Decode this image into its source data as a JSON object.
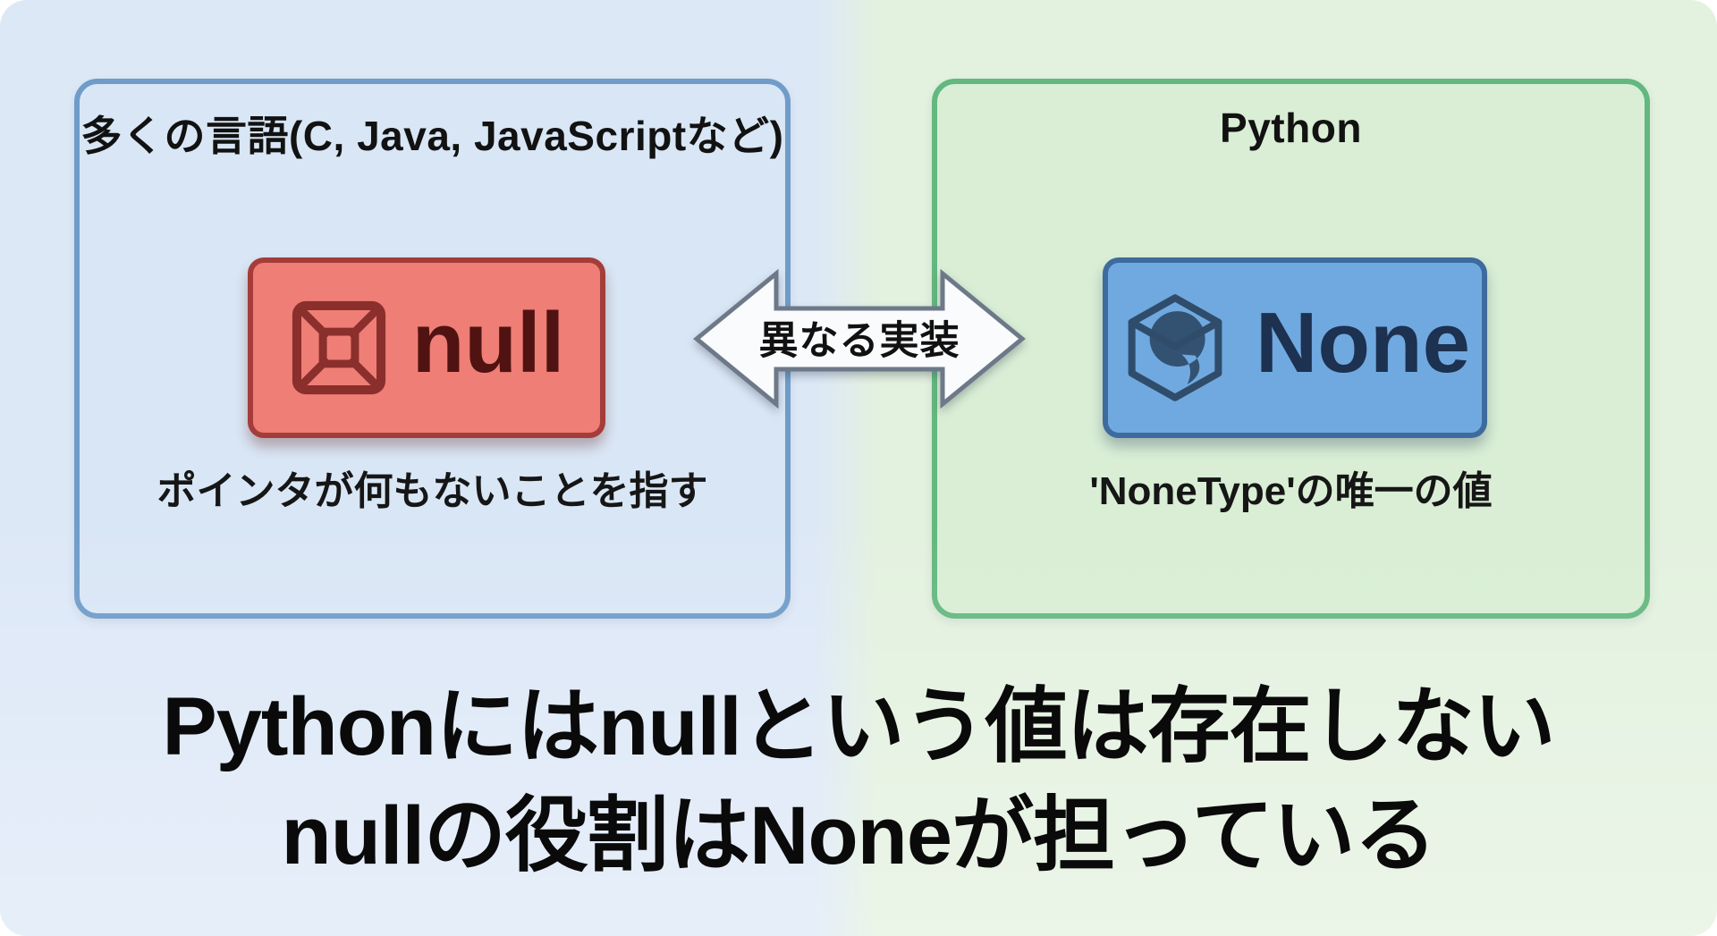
{
  "left_panel": {
    "title": "多くの言語(C, Java, JavaScriptなど)",
    "value_label": "null",
    "caption": "ポインタが何もないことを指す"
  },
  "right_panel": {
    "title": "Python",
    "value_label": "None",
    "caption": "'NoneType'の唯一の値"
  },
  "arrow": {
    "label": "異なる実装"
  },
  "footer": {
    "line1": "Pythonにはnullという値は存在しない",
    "line2": "nullの役割はNoneが担っている"
  },
  "icons": {
    "null_icon": "empty-frame-icon",
    "none_icon": "cube-object-icon"
  },
  "colors": {
    "bg_left": "#dde8f7",
    "bg_right": "#e3f1df",
    "left_panel_fill": "#d9e6f5",
    "left_panel_border": "#6f9cc9",
    "right_panel_fill": "#d9eed5",
    "right_panel_border": "#62b87e",
    "null_fill": "#ee7e76",
    "null_border": "#a43d3a",
    "null_text": "#511311",
    "null_icon": "#8a2f2b",
    "none_fill": "#70a9e0",
    "none_border": "#3e6b9e",
    "none_text": "#1d3150",
    "none_icon": "#2f4d6b",
    "arrow_fill": "#fafbfd",
    "arrow_border": "#6d7988",
    "arrow_text": "#111111",
    "title_text": "#121212",
    "caption_text": "#161616",
    "footer_text": "#0a0a0a"
  }
}
